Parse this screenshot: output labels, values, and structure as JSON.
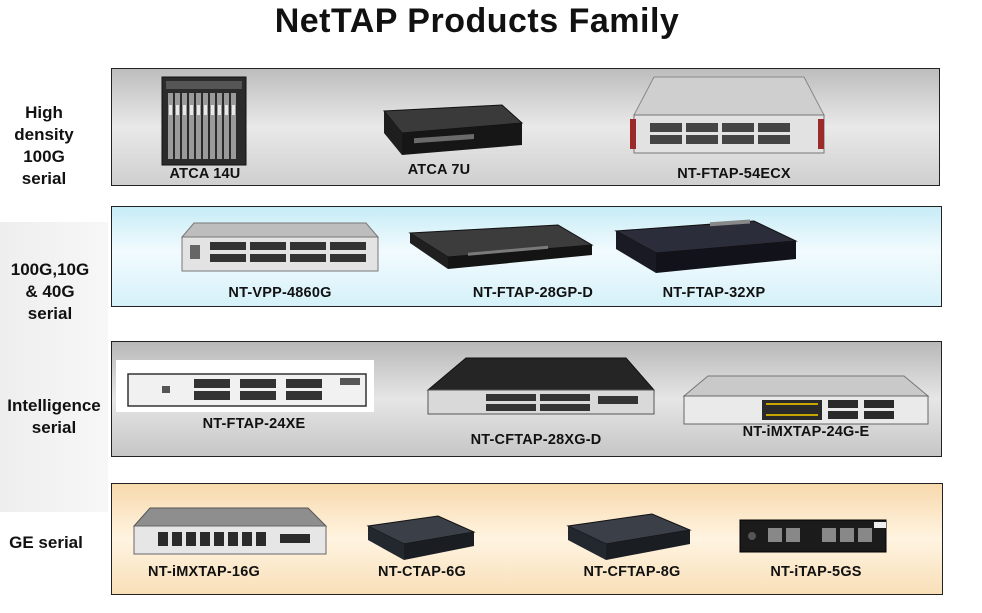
{
  "title": "NetTAP Products Family",
  "rows": [
    {
      "label_lines": [
        "High",
        "density",
        "100G",
        "serial"
      ],
      "products": [
        "ATCA  14U",
        "ATCA 7U",
        "NT-FTAP-54ECX"
      ]
    },
    {
      "label_lines": [
        "100G,10G",
        "& 40G",
        "serial"
      ],
      "products": [
        "NT-VPP-4860G",
        "NT-FTAP-28GP-D",
        "NT-FTAP-32XP"
      ]
    },
    {
      "label_lines": [
        "Intelligence",
        "serial"
      ],
      "products": [
        "NT-FTAP-24XE",
        "NT-CFTAP-28XG-D",
        "NT-iMXTAP-24G-E"
      ]
    },
    {
      "label_lines": [
        "GE serial"
      ],
      "products": [
        "NT-iMXTAP-16G",
        "NT-CTAP-6G",
        "NT-CFTAP-8G",
        "NT-iTAP-5GS"
      ]
    }
  ],
  "colors": {
    "panel_gray": "#d9d9d9",
    "panel_blue": "#dff5fb",
    "panel_orange": "#fbe6c6",
    "text": "#111111"
  }
}
